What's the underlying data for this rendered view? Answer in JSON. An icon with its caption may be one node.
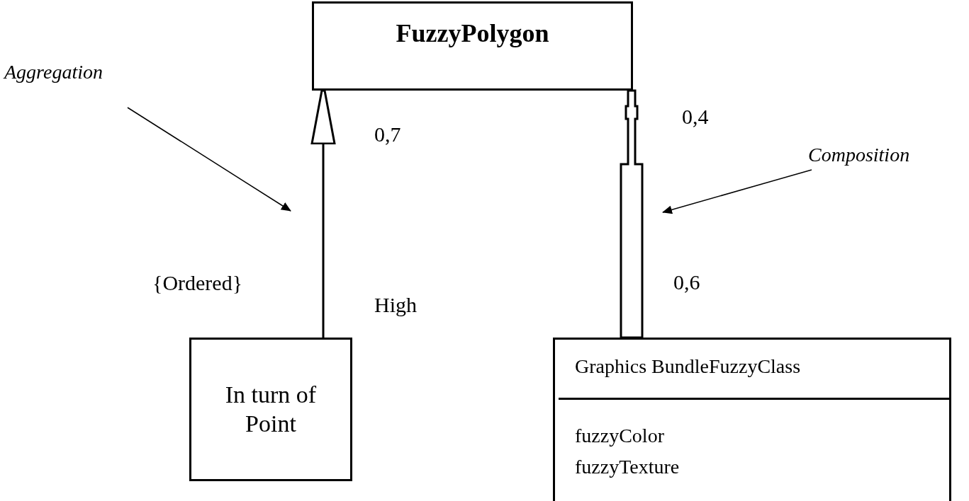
{
  "diagram": {
    "nodes": [
      {
        "text": [
          "FuzzyPolygon"
        ]
      },
      {
        "text": [
          "In turn of Point"
        ]
      },
      {
        "text": [
          "Graphics BundleFuzzyClass",
          "fuzzyColor",
          "fuzzyTexture"
        ]
      },
      {
        "text": [
          "Aggregation"
        ]
      },
      {
        "text": [
          "Composition"
        ]
      }
    ],
    "edges": [
      {
        "from": 1,
        "to": 0,
        "arrow": "to"
      },
      {
        "from": 2,
        "to": 0,
        "arrow": "other"
      },
      {
        "from": 3,
        "to": null,
        "arrow": "to"
      },
      {
        "from": 4,
        "to": null,
        "arrow": "to"
      }
    ],
    "labels": [
      "0,4",
      "0,7",
      "{Ordered}",
      "High",
      "0,6"
    ]
  }
}
